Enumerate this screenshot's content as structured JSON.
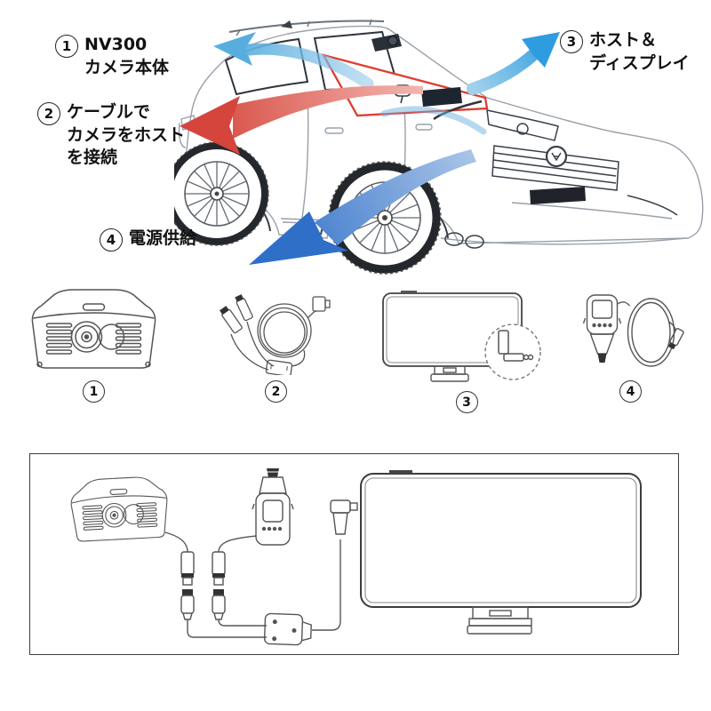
{
  "callouts": [
    {
      "number": "1",
      "lines": [
        "NV300",
        "カメラ本体"
      ]
    },
    {
      "number": "2",
      "lines": [
        "ケーブルで",
        "カメラをホスト",
        "を接続"
      ]
    },
    {
      "number": "3",
      "lines": [
        "ホスト＆",
        "ディスプレイ"
      ]
    },
    {
      "number": "4",
      "lines": [
        "電源供給"
      ]
    }
  ],
  "products": [
    {
      "number": "1",
      "icon": "dashcam-camera-unit"
    },
    {
      "number": "2",
      "icon": "connection-cable-coil"
    },
    {
      "number": "3",
      "icon": "host-display-monitor"
    },
    {
      "number": "4",
      "icon": "car-power-adapter"
    }
  ],
  "colors": {
    "arrow_red": "#d5453b",
    "arrow_red_fade": "#f2b6b0",
    "arrow_blue_roof": "#57aede",
    "arrow_blue_front": "#2f9ce0",
    "arrow_blue_dark": "#2f6fc8",
    "windshield_outline": "#e23b2e",
    "line_art": "#98a0a8",
    "box_border": "#3e3e3e"
  }
}
